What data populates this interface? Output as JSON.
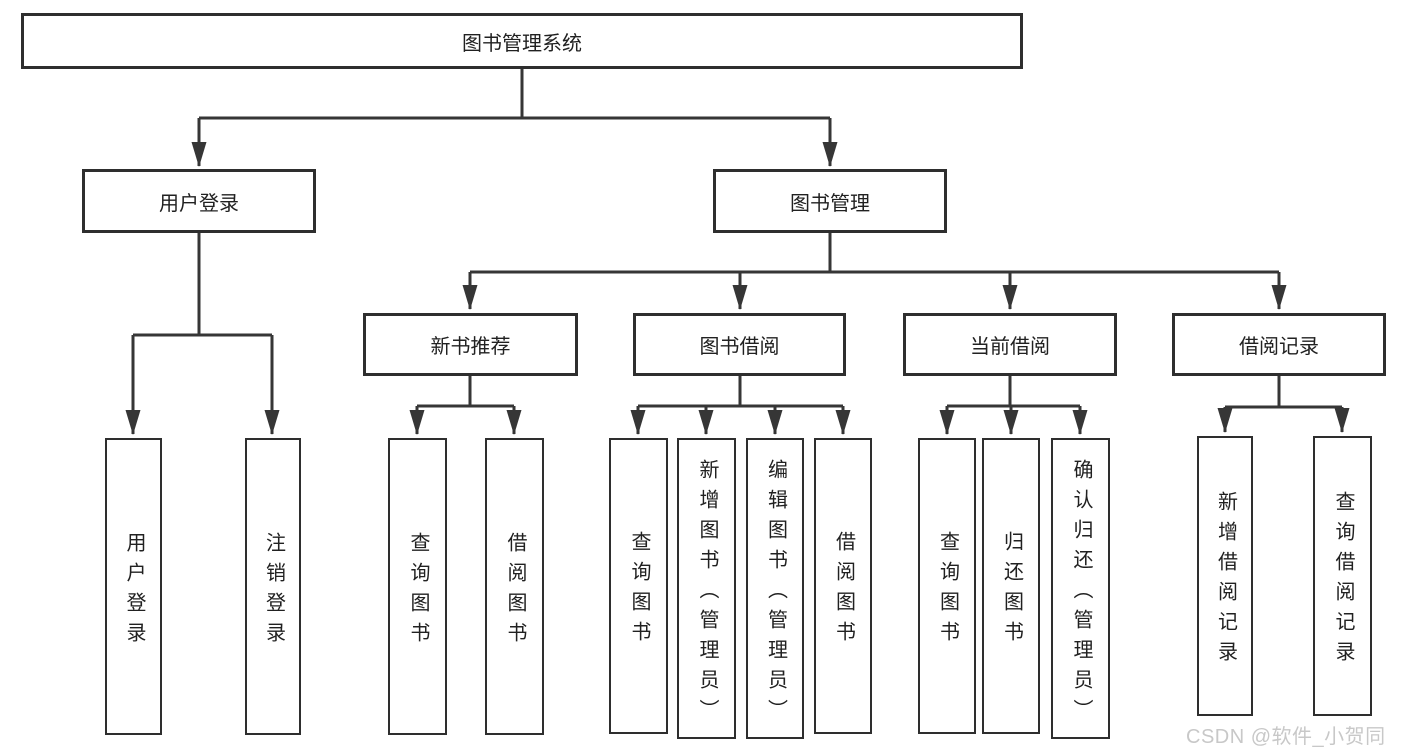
{
  "diagram": {
    "root": {
      "id": "library-management-system",
      "label": "图书管理系统"
    },
    "branches": [
      {
        "id": "user-login",
        "label": "用户登录",
        "children": [
          {
            "id": "user-login-action",
            "label": "用户登录"
          },
          {
            "id": "logout",
            "label": "注销登录"
          }
        ]
      },
      {
        "id": "book-management",
        "label": "图书管理",
        "children": [
          {
            "id": "new-book-recommendation",
            "label": "新书推荐",
            "children": [
              {
                "id": "query-books",
                "label": "查询图书"
              },
              {
                "id": "borrow-books",
                "label": "借阅图书"
              }
            ]
          },
          {
            "id": "book-borrowing",
            "label": "图书借阅",
            "children": [
              {
                "id": "query-books",
                "label": "查询图书"
              },
              {
                "id": "add-book-admin",
                "label": "新增图书（管理员）"
              },
              {
                "id": "edit-book-admin",
                "label": "编辑图书（管理员）"
              },
              {
                "id": "borrow-books",
                "label": "借阅图书"
              }
            ]
          },
          {
            "id": "current-borrowing",
            "label": "当前借阅",
            "children": [
              {
                "id": "query-books",
                "label": "查询图书"
              },
              {
                "id": "return-books",
                "label": "归还图书"
              },
              {
                "id": "confirm-return-admin",
                "label": "确认归还（管理员）"
              }
            ]
          },
          {
            "id": "borrowing-records",
            "label": "借阅记录",
            "children": [
              {
                "id": "add-borrow-record",
                "label": "新增借阅记录"
              },
              {
                "id": "query-borrow-record",
                "label": "查询借阅记录"
              }
            ]
          }
        ]
      }
    ]
  },
  "watermark": {
    "text": "CSDN @软件_小贺同学"
  },
  "colors": {
    "line": "#363636",
    "box_border": "#2e2e2e",
    "box_fill": "#ffffff",
    "text": "#212121",
    "watermark_text": "#c8c8c8",
    "background": "#ffffff"
  }
}
